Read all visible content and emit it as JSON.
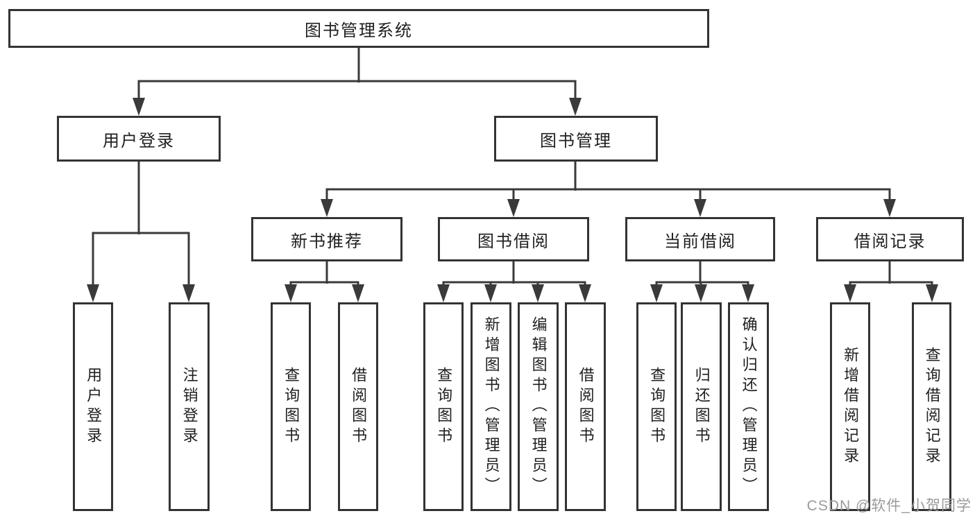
{
  "nodes": {
    "root": "图书管理系统",
    "user_login": "用户登录",
    "book_mgmt": "图书管理",
    "new_book": "新书推荐",
    "book_borrow": "图书借阅",
    "current_borrow": "当前借阅",
    "borrow_record": "借阅记录",
    "leaves": {
      "user_login": [
        "用户登录",
        "注销登录"
      ],
      "new_book": [
        "查询图书",
        "借阅图书"
      ],
      "book_borrow": [
        "查询图书",
        "新增图书（管理员）",
        "编辑图书（管理员）",
        "借阅图书"
      ],
      "current_borrow": [
        "查询图书",
        "归还图书",
        "确认归还（管理员）"
      ],
      "borrow_record": [
        "新增借阅记录",
        "查询借阅记录"
      ]
    }
  },
  "watermark": "CSDN @软件_小贺同学",
  "colors": {
    "line": "#3a3a3a",
    "box_border": "#333333",
    "text": "#1f1f1f",
    "watermark": "#9a9a9a",
    "background": "#ffffff"
  }
}
